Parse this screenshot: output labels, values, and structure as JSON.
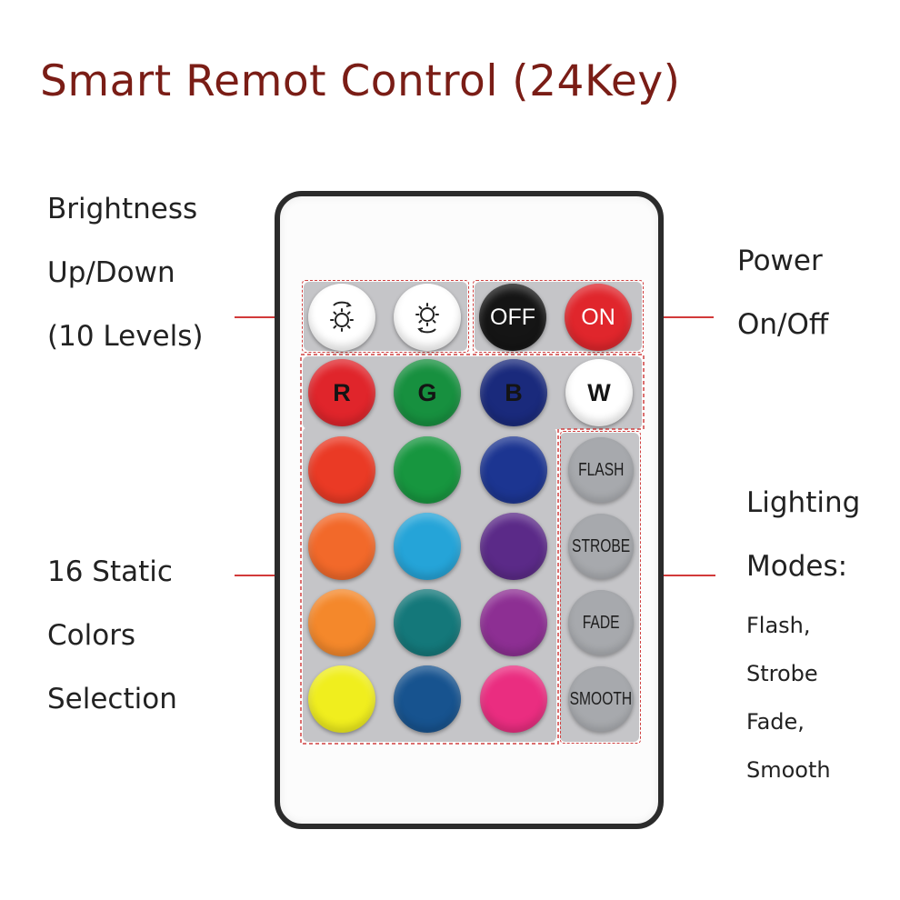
{
  "title": "Smart Remot Control (24Key)",
  "labels": {
    "brightness": [
      "Brightness",
      "Up/Down",
      "(10 Levels)"
    ],
    "power": [
      "Power",
      "On/Off"
    ],
    "static": [
      "16 Static",
      "Colors",
      "Selection"
    ],
    "modes": [
      "Lighting",
      "Modes:"
    ],
    "modes_list": [
      "Flash,",
      "Strobe",
      "Fade,",
      "Smooth"
    ]
  },
  "remote": {
    "brightness_buttons": [
      {
        "name": "brightness-up-icon"
      },
      {
        "name": "brightness-down-icon"
      }
    ],
    "power_buttons": [
      {
        "label": "OFF",
        "color": "#151515"
      },
      {
        "label": "ON",
        "color": "#e0262c"
      }
    ],
    "rgbw": [
      {
        "label": "R",
        "color": "#e0252b"
      },
      {
        "label": "G",
        "color": "#17903f"
      },
      {
        "label": "B",
        "color": "#1a2a7c"
      },
      {
        "label": "W",
        "color": "#ffffff"
      }
    ],
    "color_grid": [
      [
        "#ea3a25",
        "#17963f",
        "#1c3591"
      ],
      [
        "#f2692a",
        "#25a4d8",
        "#5b2a88"
      ],
      [
        "#f4882b",
        "#14787a",
        "#8d2f93"
      ],
      [
        "#f0ee1e",
        "#17538f",
        "#ea2d80"
      ]
    ],
    "modes": [
      "FLASH",
      "STROBE",
      "FADE",
      "SMOOTH"
    ]
  },
  "colors": {
    "title": "#7a1d16",
    "leader": "#d23a3a",
    "panel": "#c5c5c8",
    "mode_button": "#a7a9ad"
  }
}
